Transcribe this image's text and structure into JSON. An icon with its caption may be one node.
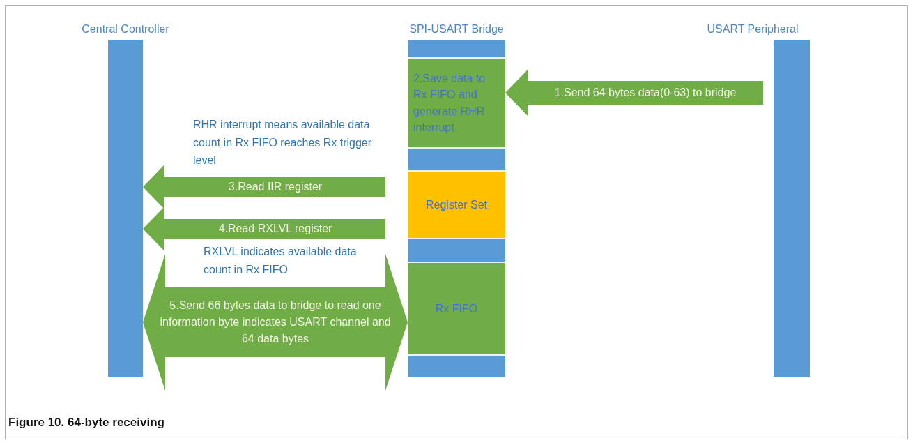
{
  "diagram": {
    "caption": "Figure 10.  64-byte receiving",
    "nodes": [
      {
        "text": [
          "Central Controller"
        ]
      },
      {
        "text": [
          "SPI-USART Bridge"
        ]
      },
      {
        "text": [
          "2.Save data to Rx FIFO and generate RHR interrupt"
        ],
        "in": 1
      },
      {
        "text": [
          "Register Set"
        ],
        "in": 1
      },
      {
        "text": [
          "Rx FIFO"
        ],
        "in": 1
      },
      {
        "text": [
          "USART Peripheral"
        ]
      }
    ],
    "edges": [
      {
        "from": 5,
        "to": 2,
        "arrow": "to",
        "label": "1.Send 64 bytes data(0-63) to bridge"
      },
      {
        "from": 3,
        "to": 0,
        "arrow": "to",
        "label": "3.Read IIR register"
      },
      {
        "from": 3,
        "to": 0,
        "arrow": "to",
        "label": "4.Read RXLVL register"
      },
      {
        "from": 0,
        "to": 4,
        "arrow": "both",
        "label": "5.Send 66 bytes data to bridge to read one information byte indicates USART channel and 64 data bytes"
      }
    ],
    "labels": [
      "RHR interrupt means available data count in Rx FIFO reaches Rx trigger level",
      "RXLVL indicates available data count in Rx FIFO"
    ]
  }
}
